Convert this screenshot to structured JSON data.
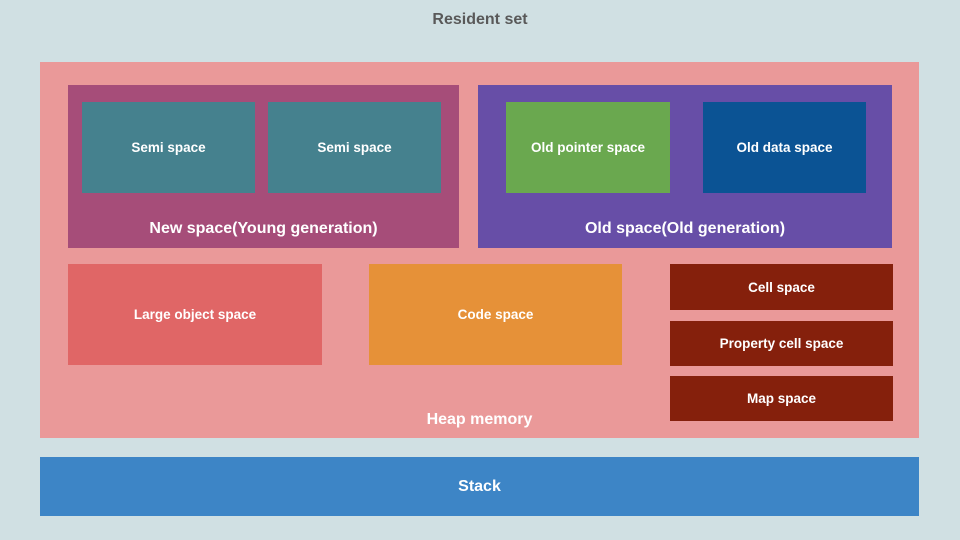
{
  "title": "Resident set",
  "heap": {
    "label": "Heap memory",
    "new_space": {
      "label": "New space(Young generation)",
      "items": [
        "Semi space",
        "Semi space"
      ]
    },
    "old_space": {
      "label": "Old space(Old generation)",
      "items": [
        "Old pointer space",
        "Old data space"
      ]
    },
    "large_object_space": {
      "label": "Large object space"
    },
    "code_space": {
      "label": "Code space"
    },
    "cell_spaces": [
      "Cell space",
      "Property cell space",
      "Map space"
    ]
  },
  "stack": {
    "label": "Stack"
  },
  "colors": {
    "background": "#d0e0e3",
    "title_text": "#595959",
    "box_text": "#ffffff",
    "heap": "#ea9999",
    "new_space": "#a64d79",
    "semi_space": "#45818e",
    "old_space": "#674ea7",
    "old_pointer_space": "#6aa84f",
    "old_data_space": "#0b5394",
    "large_object_space": "#e06666",
    "code_space": "#e69138",
    "cell_space": "#85200c",
    "stack": "#3d85c6"
  }
}
